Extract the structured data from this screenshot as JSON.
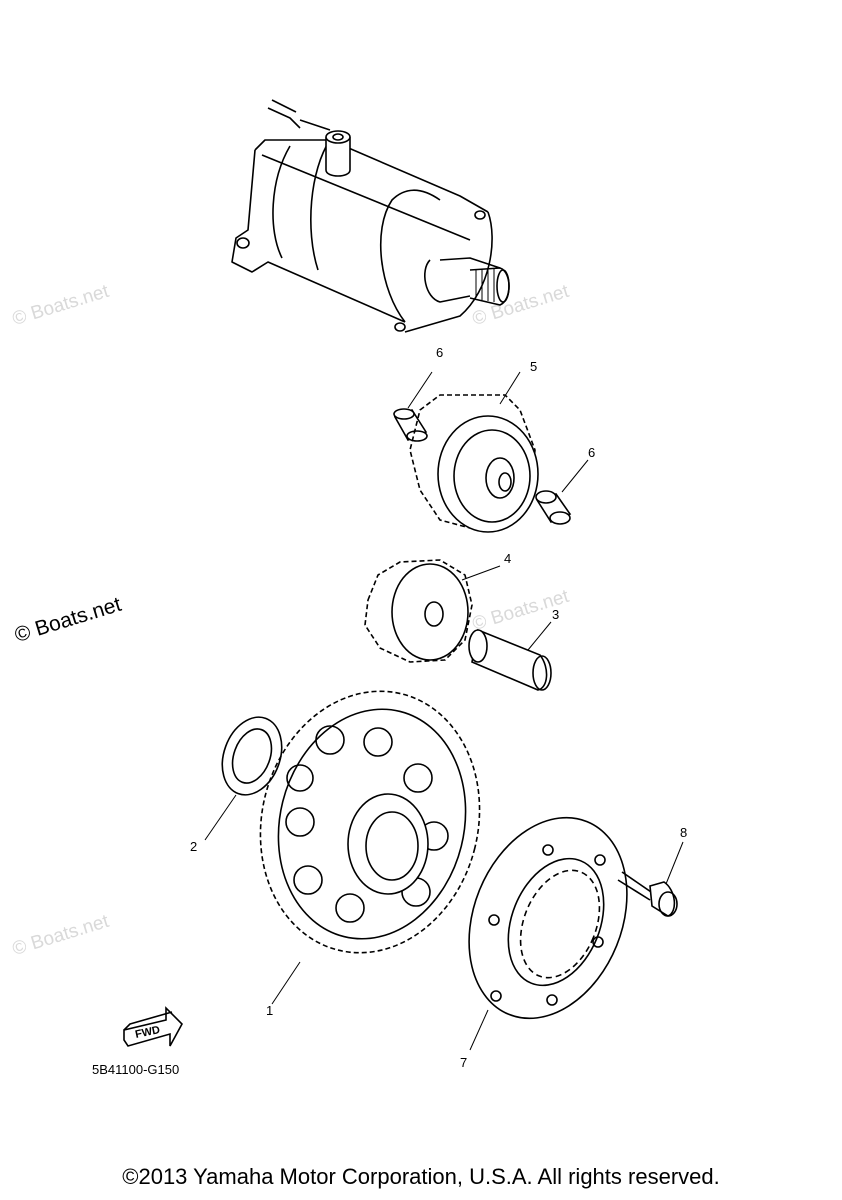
{
  "diagram": {
    "callouts": [
      "1",
      "2",
      "3",
      "4",
      "5",
      "6",
      "6",
      "7",
      "8"
    ],
    "drawing_code": "5B41100-G150",
    "direction_icon_text": "FWD",
    "watermark": "© Boats.net",
    "copyright": "©2013 Yamaha Motor Corporation, U.S.A. All rights reserved."
  }
}
